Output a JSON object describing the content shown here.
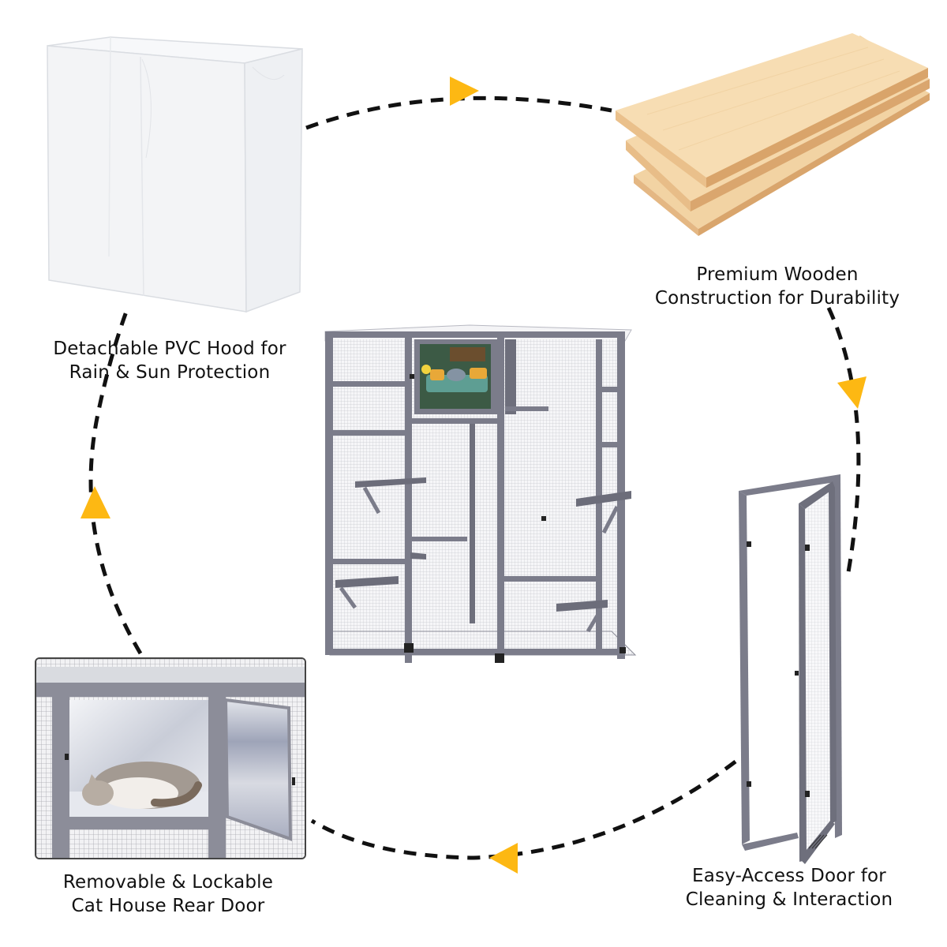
{
  "title": "Outdoor Cat Enclosure Features",
  "colors": {
    "arrow": "#FDB813",
    "dash": "#111111",
    "frame": "#7B7C8A",
    "frame_dark": "#5E5F6C",
    "wood_top": "#F3D5A8",
    "wood_edge": "#E0B07A",
    "pvc": "#F4F5F7",
    "text": "#111111"
  },
  "features": [
    {
      "id": "pvc-hood",
      "icon": "pvc-cover-icon",
      "lines": [
        "Detachable PVC Hood for",
        "Rain & Sun Protection"
      ]
    },
    {
      "id": "wood",
      "icon": "wood-boards-icon",
      "lines": [
        "Premium Wooden",
        "Construction for Durability"
      ]
    },
    {
      "id": "door",
      "icon": "access-door-icon",
      "lines": [
        "Easy-Access Door for",
        "Cleaning & Interaction"
      ]
    },
    {
      "id": "cat-house",
      "icon": "cat-house-icon",
      "lines": [
        "Removable & Lockable",
        "Cat House Rear Door"
      ]
    }
  ],
  "center_product": {
    "name": "cat-enclosure",
    "icon": "cat-enclosure-icon"
  },
  "flow_arrows": [
    {
      "direction": "right",
      "position": "top"
    },
    {
      "direction": "down",
      "position": "right"
    },
    {
      "direction": "left",
      "position": "bottom"
    },
    {
      "direction": "up",
      "position": "left"
    }
  ]
}
